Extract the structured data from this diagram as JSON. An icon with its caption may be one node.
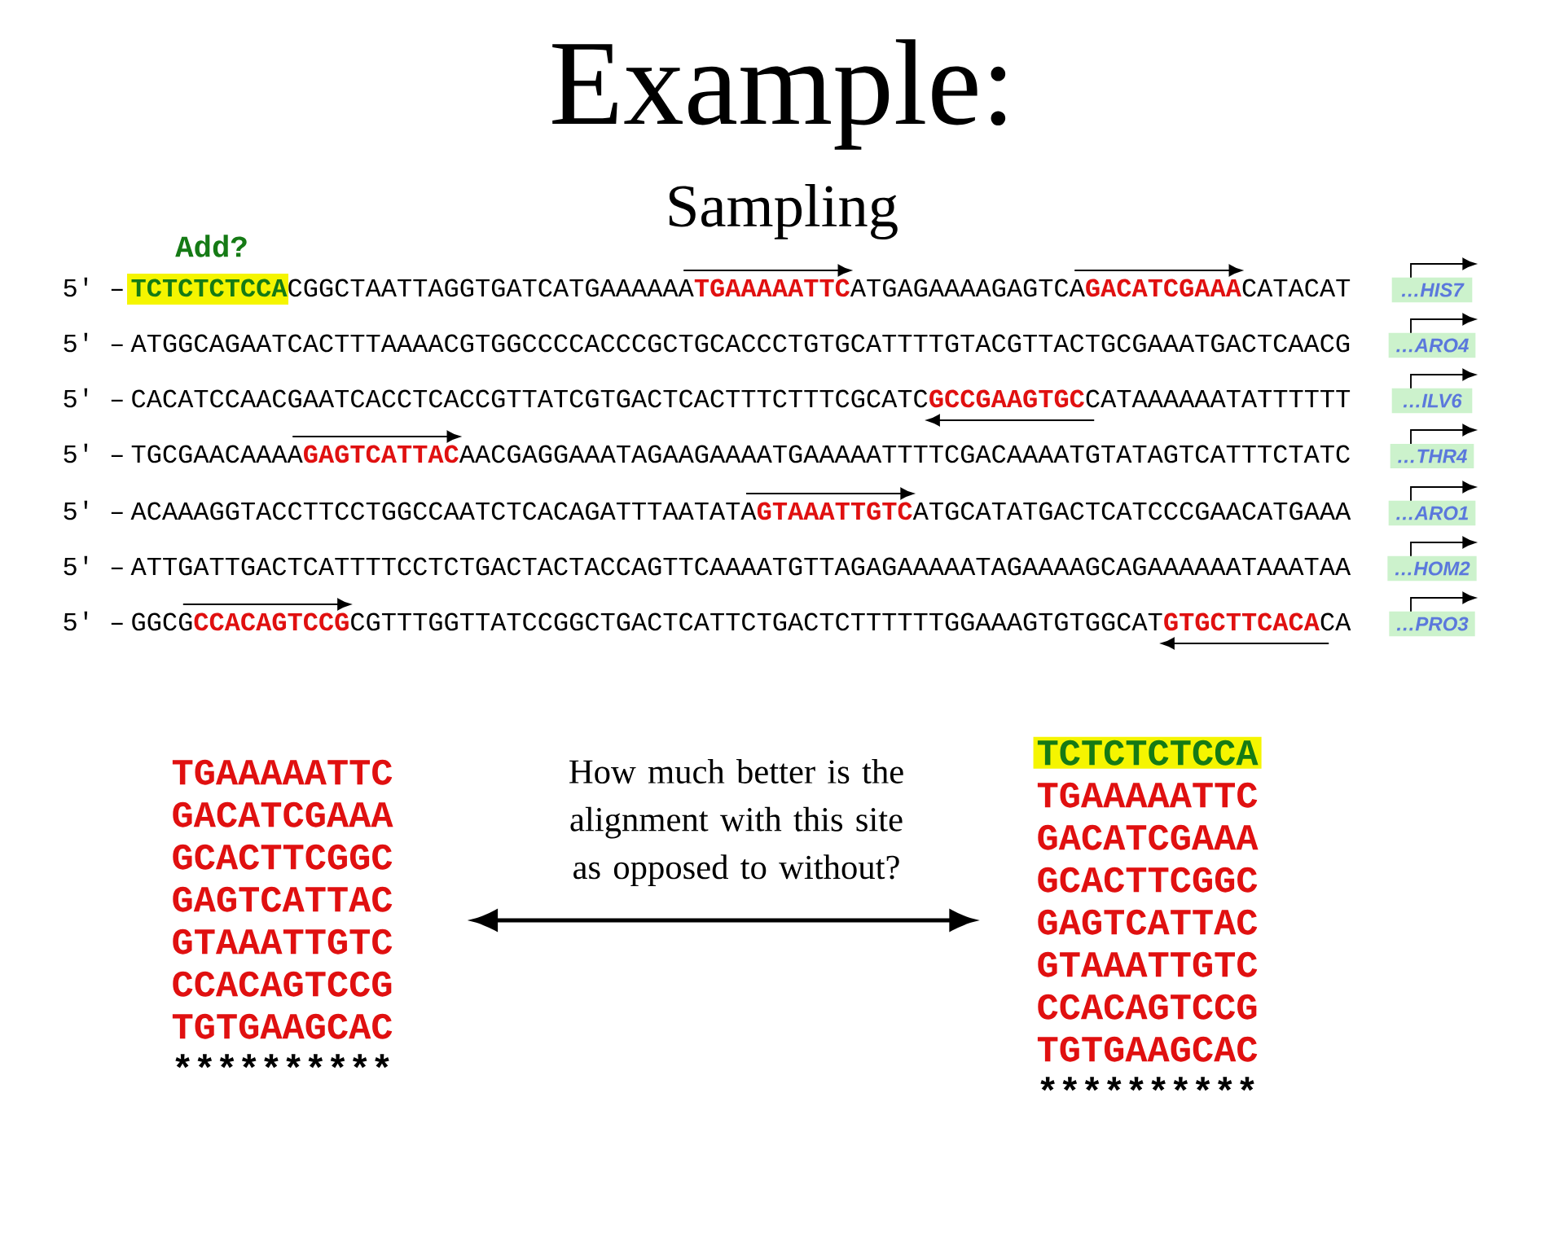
{
  "diagram": {
    "title": "Example:",
    "nodes": [
      {
        "text": [
          "5′ –",
          "TCTCTCTCCA",
          "CGGCTAATTAGGTGATCATGAAAAAA",
          "TGAAAAATTC",
          "ATGAGAAAAGAGTCA",
          "GACATCGAAA",
          "CATACAT"
        ],
        "beside": [
          "Add?"
        ]
      },
      {
        "text": [
          "5′ –",
          "ATGGCAGAATCACTTTAAAACGTGGCCCCACCCGCTGCACCCTGTGCATTTTGTACGTTACTGCGAAATGACTCAACG"
        ]
      },
      {
        "text": [
          "5′ –",
          "CACATCCAACGAATCACCTCACCGTTATCGTGACTCACTTTCTTTCGCATC",
          "GCCGAAGTGC",
          "CATAAAAAATATTTTTT"
        ]
      },
      {
        "text": [
          "5′ –",
          "TGCGAACAAAA",
          "GAGTCATTAC",
          "AACGAGGAAATAGAAGAAAATGAAAAATTTTCGACAAAATGTATAGTCATTTCTATC"
        ]
      },
      {
        "text": [
          "5′ –",
          "ACAAAGGTACCTTCCTGGCCAATCTCACAGATTTAATATA",
          "GTAAATTGTC",
          "ATGCATATGACTCATCCCGAACATGAAA"
        ]
      },
      {
        "text": [
          "5′ –",
          "ATTGATTGACTCATTTTCCTCTGACTACTACCAGTTCAAAATGTTAGAGAAAAATAGAAAAGCAGAAAAAATAAATAA"
        ]
      },
      {
        "text": [
          "5′ –",
          "GGCG",
          "CCACAGTCCG",
          "CGTTTGGTTATCCGGCTGACTCATTCTGACTCTTTTTTGGAAAGTGTGGCAT",
          "GTGCTTCACA",
          "CA"
        ]
      },
      {
        "text": [
          "…HIS7"
        ]
      },
      {
        "text": [
          "…ARO4"
        ]
      },
      {
        "text": [
          "…ILV6"
        ]
      },
      {
        "text": [
          "…THR4"
        ]
      },
      {
        "text": [
          "…ARO1"
        ]
      },
      {
        "text": [
          "…HOM2"
        ]
      },
      {
        "text": [
          "…PRO3"
        ]
      },
      {
        "text": [
          "TGAAAAATTC",
          "GACATCGAAA",
          "GCACTTCGGC",
          "GAGTCATTAC",
          "GTAAATTGTC",
          "CCACAGTCCG",
          "TGTGAAGCAC",
          "**********"
        ]
      },
      {
        "text": [
          "TCTCTCTCCA",
          "TGAAAAATTC",
          "GACATCGAAA",
          "GCACTTCGGC",
          "GAGTCATTAC",
          "GTAAATTGTC",
          "CCACAGTCCG",
          "TGTGAAGCAC",
          "**********"
        ]
      }
    ],
    "edges": [
      {
        "from": 14,
        "to": 15,
        "arrow": "both",
        "label": "How much better is the alignment with this site as opposed to without?"
      }
    ],
    "labels": [
      "Sampling"
    ]
  }
}
